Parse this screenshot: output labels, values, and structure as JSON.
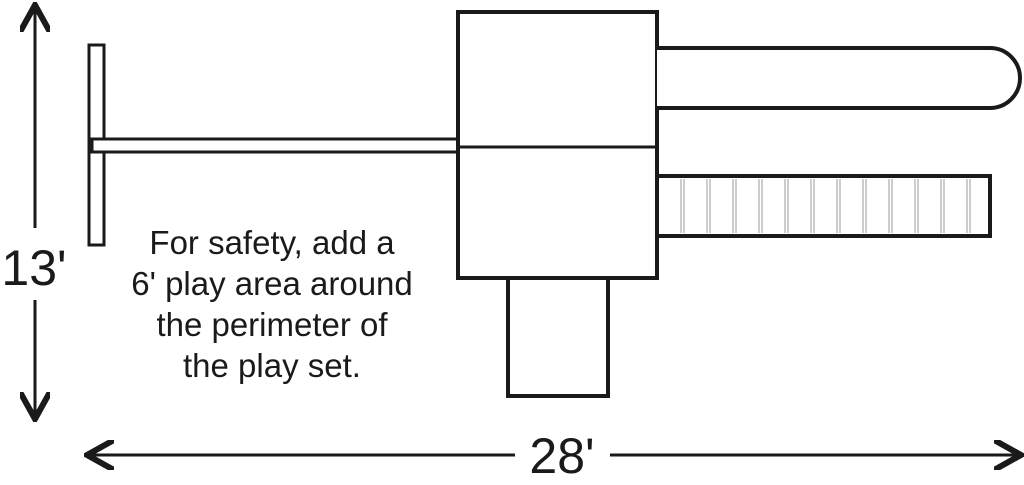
{
  "dimensions": {
    "height": "13'",
    "width": "28'"
  },
  "note_lines": [
    "For safety, add a",
    "6' play area around",
    "the perimeter of",
    "the play set."
  ],
  "ladder_rungs": 12,
  "colors": {
    "stroke": "#1a1a1a",
    "rung": "#aaaaaa",
    "background": "#ffffff"
  }
}
